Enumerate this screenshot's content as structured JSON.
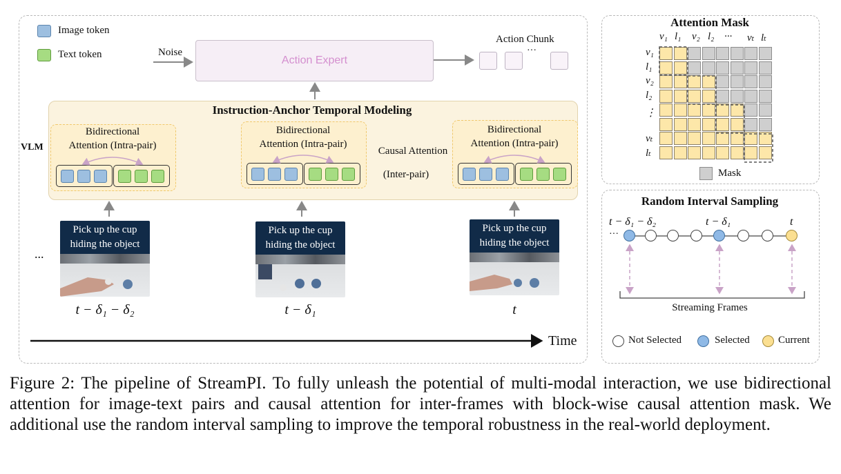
{
  "legend": {
    "image_token": "Image token",
    "text_token": "Text token"
  },
  "colors": {
    "image_token": "#9dbfe0",
    "text_token": "#a6dc82",
    "mask": "#cfcfcf",
    "attended": "#fde7a9",
    "selected": "#8fb9e6",
    "current": "#fbdf91"
  },
  "top": {
    "noise_label": "Noise",
    "expert_label": "Action Expert",
    "chunk_label": "Action Chunk",
    "chunk_dots": "···"
  },
  "iatm": {
    "title": "Instruction-Anchor Temporal Modeling",
    "vlm_label": "VLM",
    "pair_label_1": "Bidirectional",
    "pair_label_2": "Attention (Intra-pair)",
    "causal_label_1": "Causal Attention",
    "causal_label_2": "(Inter-pair)"
  },
  "frames": [
    {
      "caption_1": "Pick up the cup",
      "caption_2": "hiding the object",
      "time": "t − δ₁ − δ₂"
    },
    {
      "caption_1": "Pick up the cup",
      "caption_2": "hiding the object",
      "time": "t − δ₁"
    },
    {
      "caption_1": "Pick up the cup",
      "caption_2": "hiding the object",
      "time": "t"
    }
  ],
  "left_dots": "...",
  "time_label": "Time",
  "attention_mask": {
    "title": "Attention Mask",
    "col_labels": [
      "v₁",
      "l₁",
      "v₂",
      "l₂",
      "···",
      "vₜ",
      "lₜ"
    ],
    "row_labels": [
      "v₁",
      "l₁",
      "v₂",
      "l₂",
      "⋮",
      "",
      "vₜ",
      "lₜ"
    ],
    "mask_label": "Mask"
  },
  "sampling": {
    "title": "Random Interval Sampling",
    "label_a": "t − δ₁ − δ₂",
    "label_b": "t − δ₁",
    "label_c": "t",
    "dots": "···",
    "streaming_label": "Streaming Frames",
    "legend_not": "Not Selected",
    "legend_sel": "Selected",
    "legend_cur": "Current"
  },
  "caption": "Figure 2: The pipeline of StreamPI. To fully unleash the potential of multi-modal interaction, we use bidirectional attention for image-text pairs and causal attention for inter-frames with block-wise causal attention mask. We additional use the random interval sampling to improve the temporal robustness in the real-world deployment."
}
